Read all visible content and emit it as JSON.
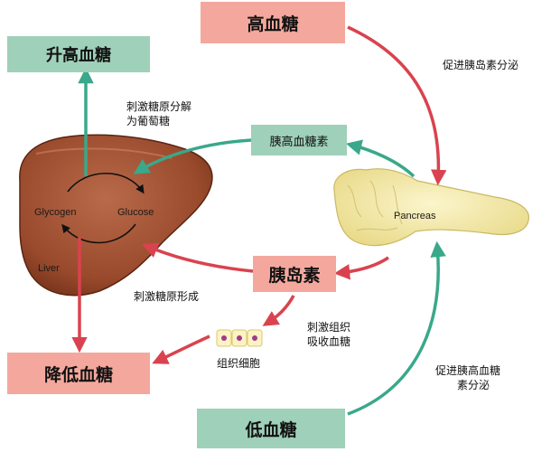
{
  "boxes": {
    "high_glucose": "高血糖",
    "raise_glucose": "升高血糖",
    "glucagon": "胰高血糖素",
    "insulin": "胰岛素",
    "lower_glucose": "降低血糖",
    "low_glucose": "低血糖"
  },
  "annotations": {
    "promote_insulin_secretion": "促进胰岛素分泌",
    "stimulate_glycogenolysis_line1": "刺激糖原分解",
    "stimulate_glycogenolysis_line2": "为葡萄糖",
    "stimulate_glycogen_formation": "刺激糖原形成",
    "stimulate_tissue_line1": "刺激组织",
    "stimulate_tissue_line2": "吸收血糖",
    "tissue_cells": "组织细胞",
    "promote_glucagon_line1": "促进胰高血糖",
    "promote_glucagon_line2": "素分泌"
  },
  "organs": {
    "glycogen": "Glycogen",
    "glucose": "Glucose",
    "liver": "Liver",
    "pancreas": "Pancreas"
  },
  "colors": {
    "red_box": "#f4a89d",
    "green_box": "#9fd0b9",
    "red_arrow": "#d9434f",
    "green_arrow": "#3aa88a",
    "liver": "#9a4a2c",
    "pancreas": "#f3eaa8"
  }
}
